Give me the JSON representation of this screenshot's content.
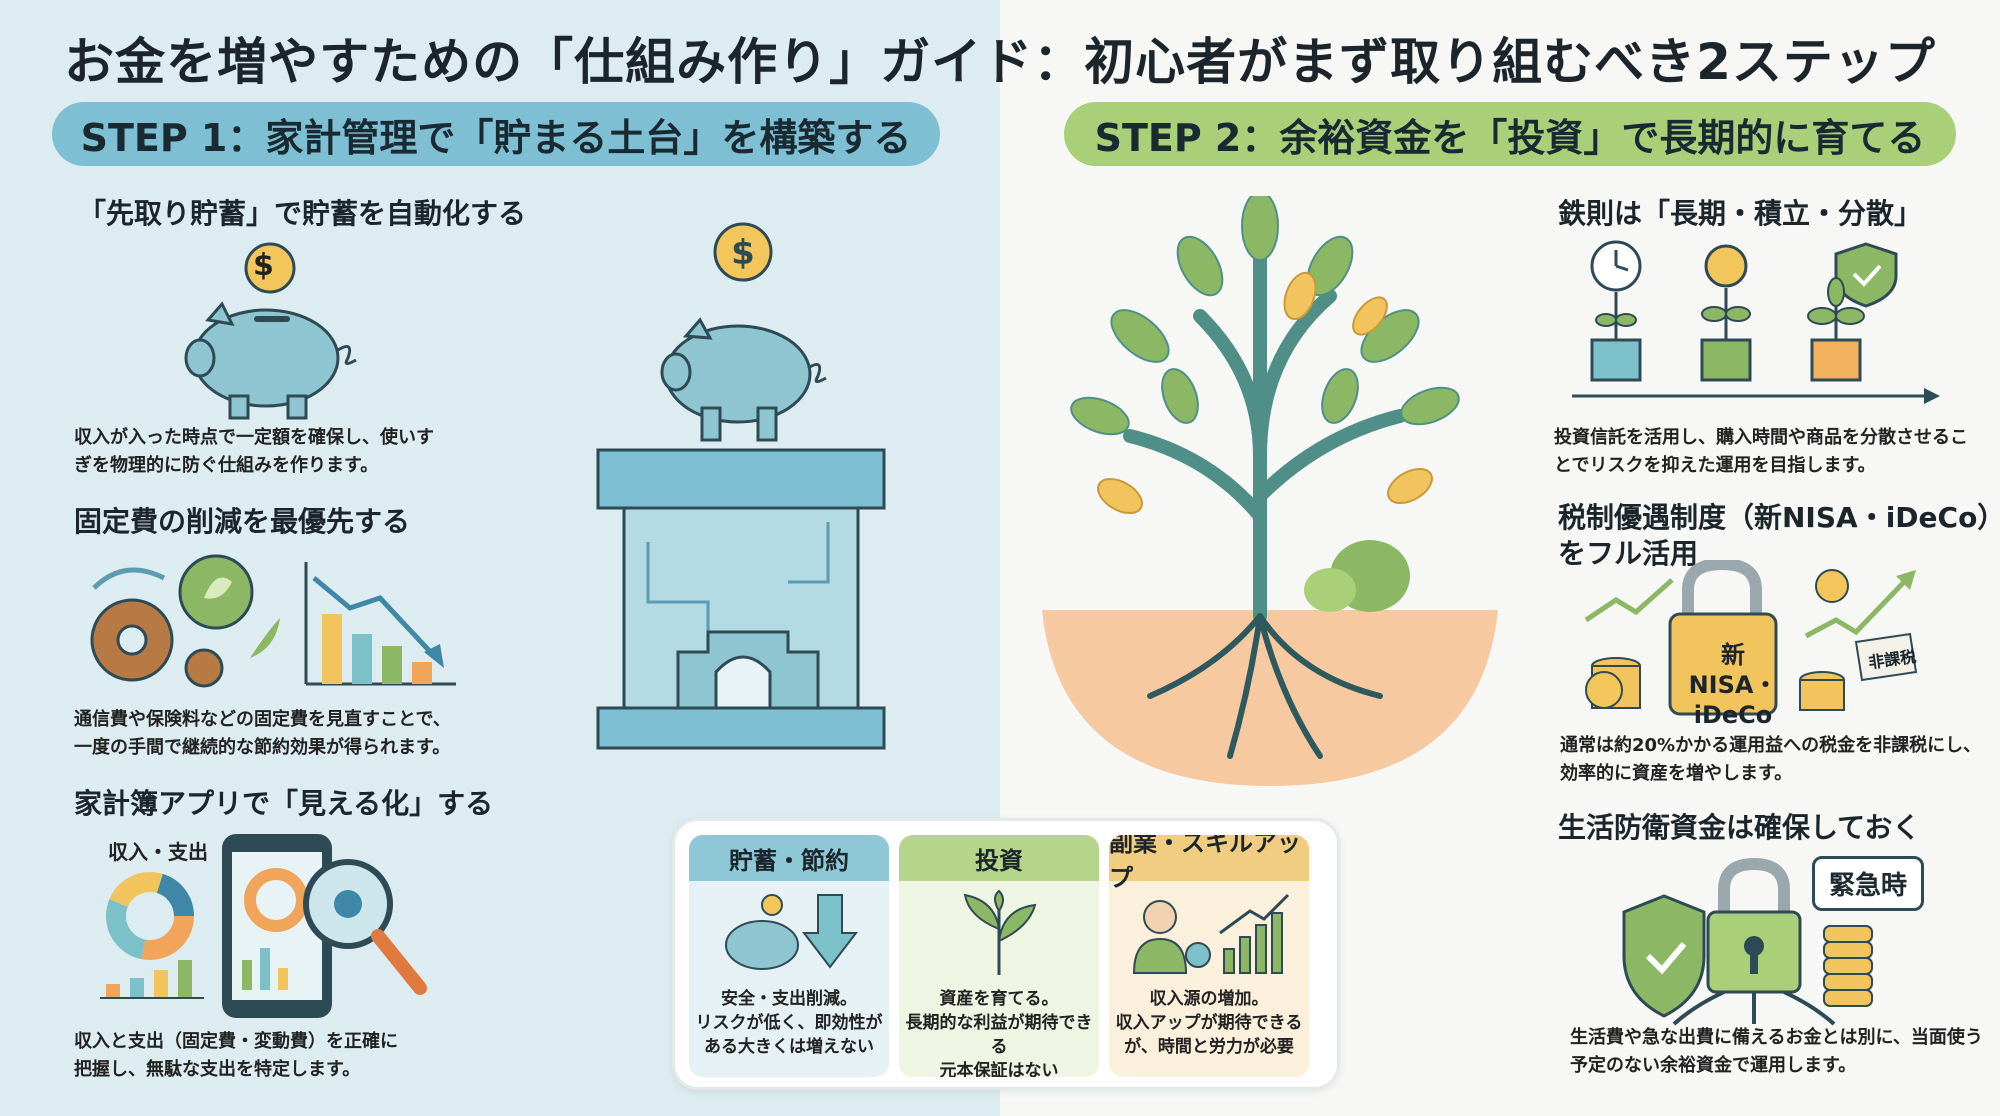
{
  "title": "お金を増やすための「仕組み作り」ガイド：初心者がまず取り組むべき2ステップ",
  "step1": {
    "banner": "STEP 1：家計管理で「貯まる土台」を構築する",
    "sections": [
      {
        "title": "「先取り貯蓄」で貯蓄を自動化する",
        "desc1": "収入が入った時点で一定額を確保し、使いす",
        "desc2": "ぎを物理的に防ぐ仕組みを作ります。"
      },
      {
        "title": "固定費の削減を最優先する",
        "desc1": "通信費や保険料などの固定費を見直すことで、",
        "desc2": "一度の手間で継続的な節約効果が得られます。"
      },
      {
        "title": "家計簿アプリで「見える化」する",
        "label": "収入・支出",
        "desc1": "収入と支出（固定費・変動費）を正確に",
        "desc2": "把握し、無駄な支出を特定します。"
      }
    ]
  },
  "step2": {
    "banner": "STEP 2：余裕資金を「投資」で長期的に育てる",
    "sections": [
      {
        "title": "鉄則は「長期・積立・分散」",
        "desc1": "投資信託を活用し、購入時間や商品を分散させるこ",
        "desc2": "とでリスクを抑えた運用を目指します。"
      },
      {
        "title1": "税制優遇制度（新NISA・iDeCo）",
        "title2": "をフル活用",
        "lock1": "新NISA・",
        "lock2": "iDeCo",
        "tag": "非課税",
        "desc1": "通常は約20%かかる運用益への税金を非課税にし、",
        "desc2": "効率的に資産を増やします。"
      },
      {
        "title": "生活防衛資金は確保しておく",
        "bubble": "緊急時",
        "desc1": "生活費や急な出費に備えるお金とは別に、当面使う",
        "desc2": "予定のない余裕資金で運用します。"
      }
    ]
  },
  "cards": [
    {
      "head": "貯蓄・節約",
      "l1": "安全・支出削減。",
      "l2": "リスクが低く、即効性が",
      "l3": "ある大きくは増えない"
    },
    {
      "head": "投資",
      "l1": "資産を育てる。",
      "l2": "長期的な利益が期待できる",
      "l3": "元本保証はない"
    },
    {
      "head": "副業・スキルアップ",
      "l1": "収入源の増加。",
      "l2": "収入アップが期待できる",
      "l3": "が、時間と労力が必要"
    }
  ],
  "coin_symbol": "$",
  "colors": {
    "step1": "#7fbfd3",
    "step2": "#a9cf78",
    "card3": "#f0cd80"
  }
}
